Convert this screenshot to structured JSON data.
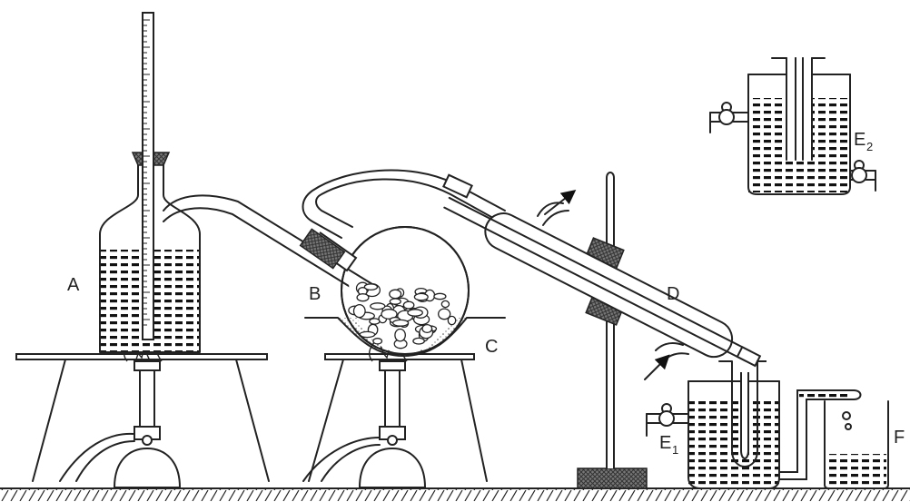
{
  "labels": {
    "a": "A",
    "b": "B",
    "c": "C",
    "d": "D",
    "e1": "E",
    "e1_sub": "1",
    "e2": "E",
    "e2_sub": "2",
    "f": "F"
  },
  "colors": {
    "ink": "#222222",
    "background": "#ffffff"
  }
}
